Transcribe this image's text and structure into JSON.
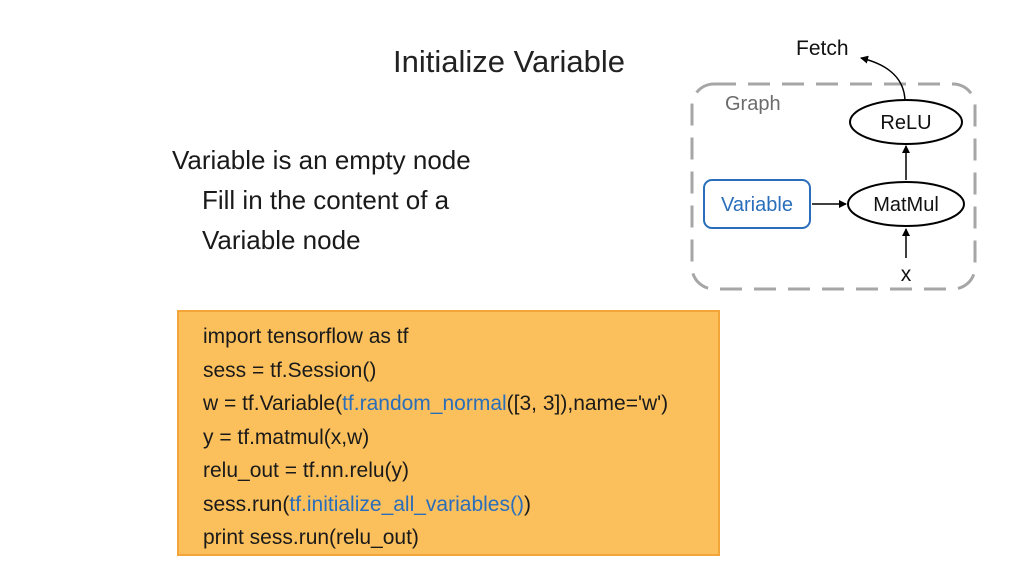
{
  "slide": {
    "title": "Initialize Variable",
    "bullets": [
      "Variable is an empty node",
      "Fill in the content of a",
      "Variable node"
    ]
  },
  "code": {
    "lines": [
      {
        "plain": "import tensorflow as tf"
      },
      {
        "plain": "sess = tf.Session()"
      },
      {
        "before": "w = tf.Variable(",
        "highlight": "tf.random_normal",
        "after": "([3, 3]),name='w')"
      },
      {
        "plain": "y = tf.matmul(x,w)"
      },
      {
        "plain": "relu_out = tf.nn.relu(y)"
      },
      {
        "before": "sess.run(",
        "highlight": "tf.initialize_all_variables()",
        "after": ")"
      },
      {
        "plain": "print sess.run(relu_out)"
      }
    ],
    "highlight_color": "#2a6ebb",
    "box_fill": "#fbc05c",
    "box_border": "#f4a53a"
  },
  "graph": {
    "fetch_label": "Fetch",
    "graph_label": "Graph",
    "relu_label": "ReLU",
    "matmul_label": "MatMul",
    "variable_label": "Variable",
    "x_label": "x",
    "variable_color": "#2a6ebb",
    "border_color": "#a6a6a6"
  }
}
